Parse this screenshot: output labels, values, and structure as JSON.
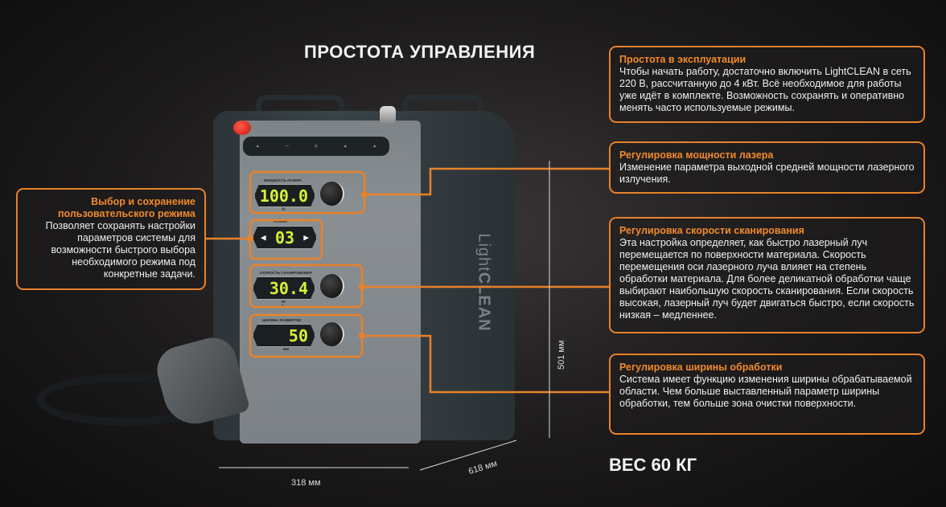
{
  "title": "ПРОСТОТА УПРАВЛЕНИЯ",
  "weight": "ВЕС 60 КГ",
  "dimensions": {
    "height": "501 мм",
    "width": "318 мм",
    "depth": "618 мм"
  },
  "brand": {
    "light": "Light",
    "bold": "CLEAN"
  },
  "features": [
    {
      "title": "Простота в эксплуатации",
      "text": "Чтобы начать работу, достаточно включить LightCLEAN в сеть 220 В, рассчитанную до 4 кВт. Всё необходимое для работы уже идёт в комплекте. Возможность сохранять и оперативно менять часто используемые режимы."
    },
    {
      "title": "Регулировка мощности лазера",
      "text": "Изменение параметра выходной средней мощности лазерного излучения."
    },
    {
      "title": "Регулировка скорости сканирования",
      "text": "Эта настройка определяет, как быстро лазерный луч перемещается по поверхности материала. Скорость перемещения оси лазерного луча влияет на степень обработки материала. Для более деликатной обработки чаще выбирают наибольшую скорость сканирования. Если скорость высокая, лазерный луч будет двигаться быстро, если скорость низкая – медленнее."
    },
    {
      "title": "Регулировка ширины обработки",
      "text": "Система имеет функцию изменения ширины обрабатываемой области. Чем больше выставленный параметр ширины обработки, тем больше зона очистки поверхности."
    }
  ],
  "left_feature": {
    "title": "Выбор и сохранение пользовательского режима",
    "text": "Позволяет сохранять настройки параметров системы для возможности быстрого выбора необходимого режима под конкретные задачи."
  },
  "panel": {
    "power": {
      "label": "МОЩНОСТЬ ЛАЗЕРА",
      "value": "100.0",
      "unit": "%"
    },
    "mode": {
      "label": "РЕЖИМ",
      "value": "03",
      "prev": "◀",
      "next": "▶"
    },
    "speed": {
      "label": "СКОРОСТЬ СКАНИРОВАНИЯ",
      "value": "30.4",
      "unit": "м/с"
    },
    "width": {
      "label": "ШИРИНА РАЗВЕРТКИ",
      "value": "50",
      "unit": "мм"
    }
  },
  "colors": {
    "accent": "#e8822a",
    "display": "#d8f03a"
  }
}
